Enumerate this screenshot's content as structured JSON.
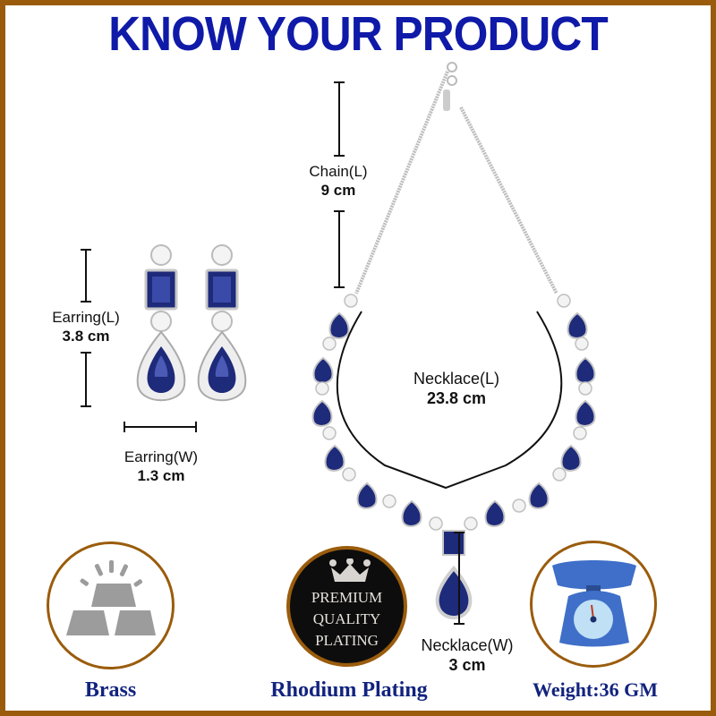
{
  "header": {
    "title": "KNOW YOUR PRODUCT"
  },
  "colors": {
    "title": "#0f1aa8",
    "frame": "#9a5c0c",
    "caption": "#12237e",
    "gem": "#1e2a7a",
    "badge_bg": "#0d0d0d"
  },
  "dimensions": {
    "earring_length": {
      "label": "Earring(L)",
      "value": "3.8 cm"
    },
    "earring_width": {
      "label": "Earring(W)",
      "value": "1.3 cm"
    },
    "chain_length": {
      "label": "Chain(L)",
      "value": "9 cm"
    },
    "necklace_length": {
      "label": "Necklace(L)",
      "value": "23.8 cm"
    },
    "necklace_width": {
      "label": "Necklace(W)",
      "value": "3 cm"
    }
  },
  "features": [
    {
      "icon": "brass-bars-icon",
      "caption": "Brass"
    },
    {
      "icon": "crown-icon",
      "caption": "Rhodium Plating",
      "badge_lines": [
        "PREMIUM",
        "QUALITY",
        "PLATING"
      ]
    },
    {
      "icon": "weighing-scale-icon",
      "caption": "Weight:36 GM"
    }
  ]
}
